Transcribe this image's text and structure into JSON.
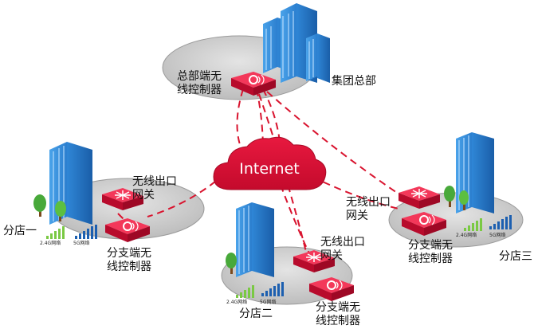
{
  "colors": {
    "accent_red": "#e0123a",
    "dash_line": "#d9142f",
    "building_blue": "#1f6fc2",
    "platform_gray": "#c9c9c9",
    "signal_green": "#7ac943",
    "signal_blue": "#1c5fb0"
  },
  "internet": {
    "label": "Internet"
  },
  "hq": {
    "controller_label": "总部端无\n线控制器",
    "site_label": "集团总部"
  },
  "branch1": {
    "site_label": "分店一",
    "gateway_label": "无线出口\n网关",
    "controller_label": "分支端无\n线控制器",
    "net_24": "2.4G网络",
    "net_5": "5G网络"
  },
  "branch2": {
    "site_label": "分店二",
    "gateway_label": "无线出口\n网关",
    "controller_label": "分支端无\n线控制器",
    "net_24": "2.4G网络",
    "net_5": "5G网络"
  },
  "branch3": {
    "site_label": "分店三",
    "gateway_label": "无线出口\n网关",
    "controller_label": "分支端无\n线控制器",
    "net_24": "2.4G网络",
    "net_5": "5G网络"
  },
  "icons": [
    "building-icon",
    "cloud-icon",
    "router-icon",
    "wireless-controller-icon",
    "tree-icon",
    "signal-bars-icon"
  ]
}
